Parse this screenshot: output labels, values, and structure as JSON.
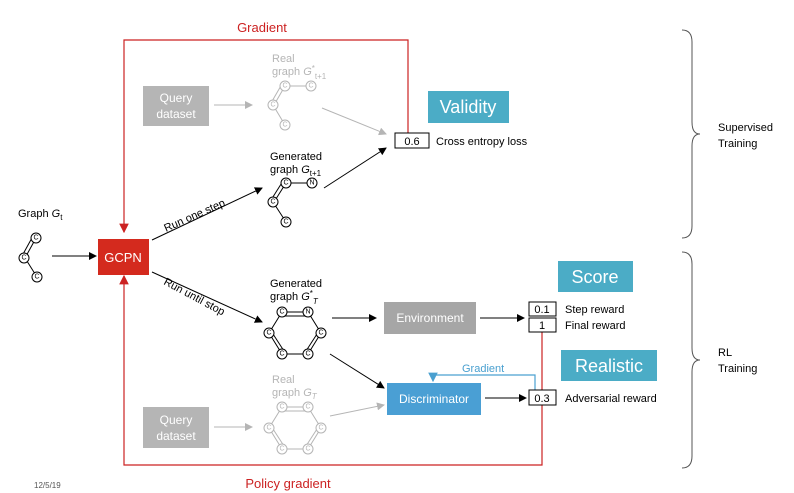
{
  "labels": {
    "gradient_top": "Gradient",
    "policy_gradient": "Policy gradient",
    "graph_t_prefix": "Graph ",
    "graph_t_var": "G",
    "graph_t_sub": "t",
    "gcpn": "GCPN",
    "run_one_step": "Run one step",
    "run_until_stop": "Run until stop",
    "query": "Query",
    "dataset": "dataset",
    "real": "Real",
    "graph_word": "graph",
    "g_var": "G",
    "star": "*",
    "sub_t1": "t+1",
    "sub_T": "T",
    "generated": "Generated",
    "validity": "Validity",
    "cross_entropy_loss": "Cross entropy loss",
    "environment": "Environment",
    "score": "Score",
    "step_reward": "Step reward",
    "final_reward": "Final reward",
    "discriminator": "Discriminator",
    "gradient_small": "Gradient",
    "realistic": "Realistic",
    "adversarial_reward": "Adversarial reward",
    "supervised": "Supervised",
    "training": "Training",
    "rl": "RL",
    "date": "12/5/19"
  },
  "values": {
    "cross_entropy": "0.6",
    "step_reward": "0.1",
    "final_reward": "1",
    "adversarial_reward": "0.3"
  },
  "atoms": {
    "c": "C",
    "n": "N"
  },
  "colors": {
    "gcpn_red": "#d42a1e",
    "gradient_red": "#cc2222",
    "badge_teal": "#4bacc6",
    "discriminator_blue": "#4a9fd4",
    "environment_grey": "#a6a6a6",
    "query_grey": "#b5b5b5"
  }
}
